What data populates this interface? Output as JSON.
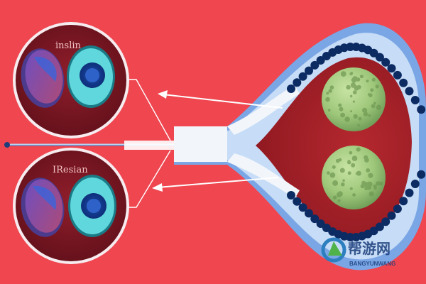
{
  "diagram": {
    "panels": [
      {
        "label": "inslin"
      },
      {
        "label": "IResian"
      }
    ]
  },
  "watermark": {
    "cn_text": "帮游网",
    "en_text": "BANGYUNWANG"
  },
  "colors": {
    "background": "#ef4650",
    "panel_fill": "#7e1622",
    "bead": "#0c2b63",
    "vessel_wall": "#7aa6e5",
    "cell_green": "#9ec77a"
  },
  "icons": {
    "watermark_logo": "watermark-logo-icon"
  }
}
